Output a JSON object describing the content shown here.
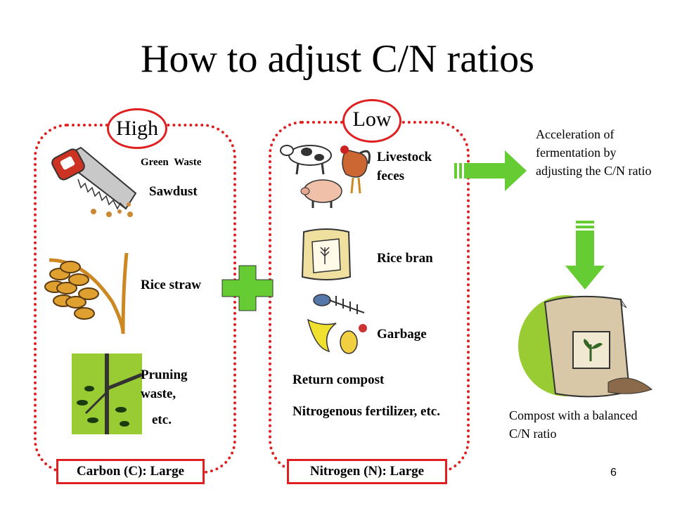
{
  "slide": {
    "title": "How to adjust C/N ratios",
    "page_number": "6"
  },
  "high_group": {
    "badge": "High",
    "items": [
      "Green Waste",
      "Sawdust",
      "Rice straw",
      "Pruning waste,",
      "etc."
    ],
    "footer": "Carbon (C): Large"
  },
  "low_group": {
    "badge": "Low",
    "items": [
      "Livestock feces",
      "Rice bran",
      "Garbage",
      "Return compost",
      "Nitrogenous fertilizer, etc."
    ],
    "footer": "Nitrogen (N): Large"
  },
  "result": {
    "arrow_text": "Acceleration of fermentation by adjusting the C/N ratio",
    "compost_text": "Compost with a balanced C/N ratio"
  },
  "colors": {
    "red_border": "#e02020",
    "plus_green": "#66cc33",
    "arrow_green": "#66cc33",
    "clipart_bg": "#99cc33"
  },
  "icons": [
    "saw-icon",
    "wheat-icon",
    "pruning-shears-icon",
    "cow-icon",
    "rooster-icon",
    "pig-icon",
    "rice-bag-icon",
    "garbage-icon",
    "compost-bag-icon",
    "plus-icon",
    "arrow-right-icon",
    "arrow-down-icon"
  ]
}
